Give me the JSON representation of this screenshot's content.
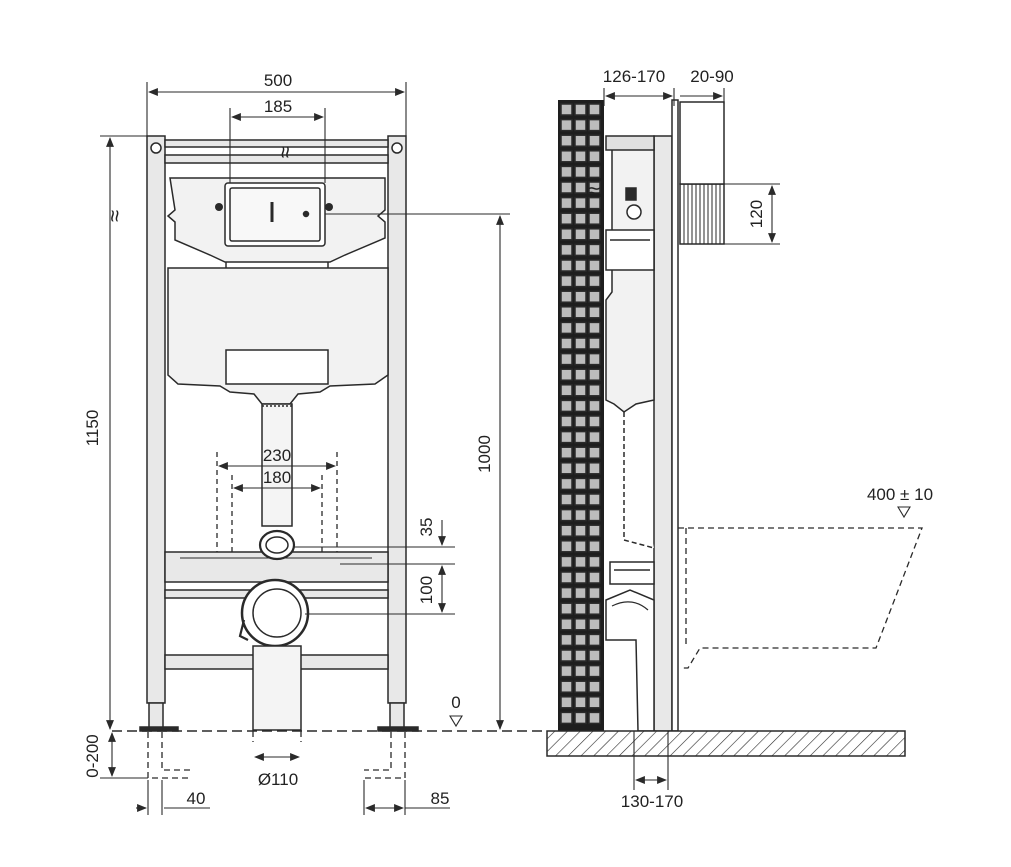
{
  "colors": {
    "line": "#2a2a2a",
    "frame_fill": "#e8e8e8",
    "tank_fill": "#f2f2f2",
    "tile_fill": "#1e1e1e",
    "tile_cell": "#bcbcbc",
    "background": "#ffffff"
  },
  "front_view": {
    "dim_width": "500",
    "dim_actuator_width": "185",
    "dim_total_height": "1150",
    "dim_flush_height": "1000",
    "dim_bolt_outer": "230",
    "dim_bolt_inner": "180",
    "dim_inlet_offset": "35",
    "dim_bolts_to_outlet": "100",
    "dim_outlet_diameter": "Ø110",
    "dim_adjust_height": "0-200",
    "dim_foot_left": "40",
    "dim_foot_right": "85",
    "floor_level_label": "0",
    "water_symbol": "≈"
  },
  "side_view": {
    "dim_frame_depth": "126-170",
    "dim_wall_thickness": "20-90",
    "dim_inlet_pipe": "120",
    "dim_bowl_height": "400 ± 10",
    "dim_floor_offset": "130-170",
    "water_symbol": "≈"
  }
}
